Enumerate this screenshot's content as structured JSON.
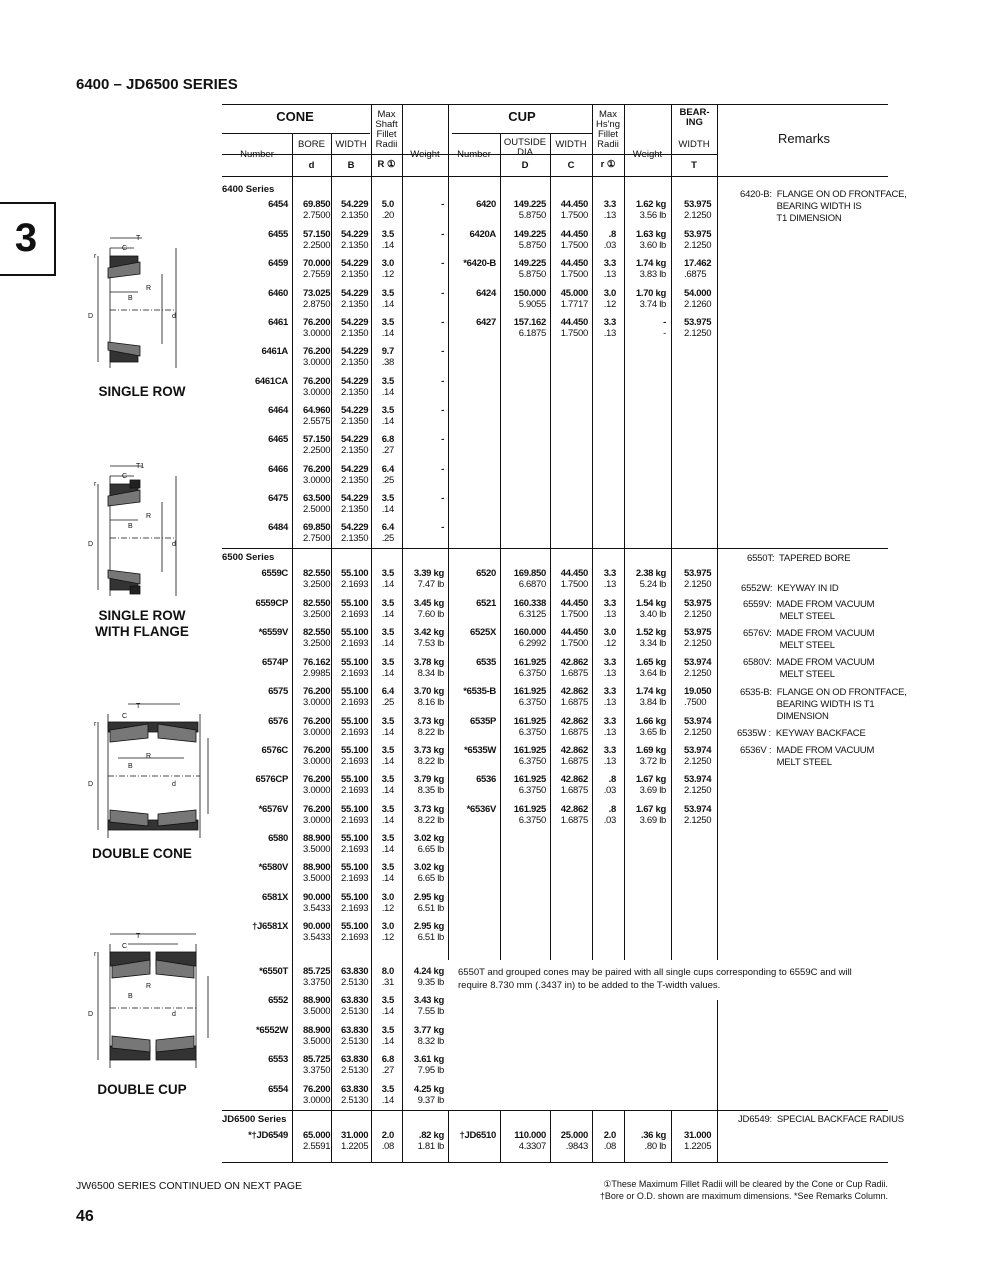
{
  "title": "6400 – JD6500 SERIES",
  "chapter": "3",
  "diagrams": [
    {
      "label": "SINGLE ROW",
      "labels": {
        "T": "T",
        "C": "C",
        "r": "r",
        "R": "R",
        "B": "B",
        "D": "D",
        "d": "d"
      }
    },
    {
      "label": "SINGLE ROW\nWITH FLANGE",
      "labels": {
        "T": "T1",
        "C": "C",
        "r": "r",
        "R": "R",
        "B": "B",
        "D": "D",
        "d": "d"
      }
    },
    {
      "label": "DOUBLE CONE",
      "labels": {
        "T": "T",
        "C": "C",
        "r": "r",
        "R": "R",
        "B": "B",
        "D": "D",
        "d": "d"
      }
    },
    {
      "label": "DOUBLE CUP",
      "labels": {
        "T": "T",
        "C": "C",
        "r": "r",
        "R": "R",
        "B": "B",
        "D": "D",
        "d": "d"
      }
    }
  ],
  "headers": {
    "cone": "CONE",
    "cup": "CUP",
    "bearing": "BEAR-\nING",
    "number": "Number",
    "bore": "BORE",
    "width": "WIDTH",
    "d": "d",
    "B": "B",
    "maxshaft": "Max\nShaft\nFillet\nRadii",
    "R1": "R ①",
    "weight": "Weight",
    "outside": "OUTSIDE\nDIA",
    "D": "D",
    "C": "C",
    "maxhsg": "Max\nHs'ng\nFillet\nRadii",
    "r1": "r ①",
    "bwidth": "WIDTH",
    "T": "T",
    "remarks": "Remarks"
  },
  "sections": {
    "s6400": "6400 Series",
    "s6500": "6500 Series",
    "sjd": "JD6500 Series"
  },
  "rows": [
    {
      "n": "6454",
      "d": [
        "69.850",
        "2.7500"
      ],
      "B": [
        "54.229",
        "2.1350"
      ],
      "R": [
        "5.0",
        ".20"
      ],
      "w": [
        "-",
        ""
      ],
      "cn": "6420",
      "D": [
        "149.225",
        "5.8750"
      ],
      "C": [
        "44.450",
        "1.7500"
      ],
      "r": [
        "3.3",
        ".13"
      ],
      "cw": [
        "1.62 kg",
        "3.56 lb"
      ],
      "T": [
        "53.975",
        "2.1250"
      ]
    },
    {
      "n": "6455",
      "d": [
        "57.150",
        "2.2500"
      ],
      "B": [
        "54.229",
        "2.1350"
      ],
      "R": [
        "3.5",
        ".14"
      ],
      "w": [
        "-",
        ""
      ],
      "cn": "6420A",
      "D": [
        "149.225",
        "5.8750"
      ],
      "C": [
        "44.450",
        "1.7500"
      ],
      "r": [
        ".8",
        ".03"
      ],
      "cw": [
        "1.63 kg",
        "3.60 lb"
      ],
      "T": [
        "53.975",
        "2.1250"
      ]
    },
    {
      "n": "6459",
      "d": [
        "70.000",
        "2.7559"
      ],
      "B": [
        "54.229",
        "2.1350"
      ],
      "R": [
        "3.0",
        ".12"
      ],
      "w": [
        "-",
        ""
      ],
      "cn": "*6420-B",
      "D": [
        "149.225",
        "5.8750"
      ],
      "C": [
        "44.450",
        "1.7500"
      ],
      "r": [
        "3.3",
        ".13"
      ],
      "cw": [
        "1.74 kg",
        "3.83 lb"
      ],
      "T": [
        "17.462",
        ".6875"
      ]
    },
    {
      "n": "6460",
      "d": [
        "73.025",
        "2.8750"
      ],
      "B": [
        "54.229",
        "2.1350"
      ],
      "R": [
        "3.5",
        ".14"
      ],
      "w": [
        "-",
        ""
      ],
      "cn": "6424",
      "D": [
        "150.000",
        "5.9055"
      ],
      "C": [
        "45.000",
        "1.7717"
      ],
      "r": [
        "3.0",
        ".12"
      ],
      "cw": [
        "1.70 kg",
        "3.74 lb"
      ],
      "T": [
        "54.000",
        "2.1260"
      ]
    },
    {
      "n": "6461",
      "d": [
        "76.200",
        "3.0000"
      ],
      "B": [
        "54.229",
        "2.1350"
      ],
      "R": [
        "3.5",
        ".14"
      ],
      "w": [
        "-",
        ""
      ],
      "cn": "6427",
      "D": [
        "157.162",
        "6.1875"
      ],
      "C": [
        "44.450",
        "1.7500"
      ],
      "r": [
        "3.3",
        ".13"
      ],
      "cw": [
        "-",
        "-"
      ],
      "T": [
        "53.975",
        "2.1250"
      ]
    },
    {
      "n": "6461A",
      "d": [
        "76.200",
        "3.0000"
      ],
      "B": [
        "54.229",
        "2.1350"
      ],
      "R": [
        "9.7",
        ".38"
      ],
      "w": [
        "-",
        ""
      ]
    },
    {
      "n": "6461CA",
      "d": [
        "76.200",
        "3.0000"
      ],
      "B": [
        "54.229",
        "2.1350"
      ],
      "R": [
        "3.5",
        ".14"
      ],
      "w": [
        "-",
        ""
      ]
    },
    {
      "n": "6464",
      "d": [
        "64.960",
        "2.5575"
      ],
      "B": [
        "54.229",
        "2.1350"
      ],
      "R": [
        "3.5",
        ".14"
      ],
      "w": [
        "-",
        ""
      ]
    },
    {
      "n": "6465",
      "d": [
        "57.150",
        "2.2500"
      ],
      "B": [
        "54.229",
        "2.1350"
      ],
      "R": [
        "6.8",
        ".27"
      ],
      "w": [
        "-",
        ""
      ]
    },
    {
      "n": "6466",
      "d": [
        "76.200",
        "3.0000"
      ],
      "B": [
        "54.229",
        "2.1350"
      ],
      "R": [
        "6.4",
        ".25"
      ],
      "w": [
        "-",
        ""
      ]
    },
    {
      "n": "6475",
      "d": [
        "63.500",
        "2.5000"
      ],
      "B": [
        "54.229",
        "2.1350"
      ],
      "R": [
        "3.5",
        ".14"
      ],
      "w": [
        "-",
        ""
      ]
    },
    {
      "n": "6484",
      "d": [
        "69.850",
        "2.7500"
      ],
      "B": [
        "54.229",
        "2.1350"
      ],
      "R": [
        "6.4",
        ".25"
      ],
      "w": [
        "-",
        ""
      ]
    },
    {
      "n": "6559C",
      "d": [
        "82.550",
        "3.2500"
      ],
      "B": [
        "55.100",
        "2.1693"
      ],
      "R": [
        "3.5",
        ".14"
      ],
      "w": [
        "3.39 kg",
        "7.47 lb"
      ],
      "cn": "6520",
      "D": [
        "169.850",
        "6.6870"
      ],
      "C": [
        "44.450",
        "1.7500"
      ],
      "r": [
        "3.3",
        ".13"
      ],
      "cw": [
        "2.38 kg",
        "5.24 lb"
      ],
      "T": [
        "53.975",
        "2.1250"
      ]
    },
    {
      "n": "6559CP",
      "d": [
        "82.550",
        "3.2500"
      ],
      "B": [
        "55.100",
        "2.1693"
      ],
      "R": [
        "3.5",
        ".14"
      ],
      "w": [
        "3.45 kg",
        "7.60 lb"
      ],
      "cn": "6521",
      "D": [
        "160.338",
        "6.3125"
      ],
      "C": [
        "44.450",
        "1.7500"
      ],
      "r": [
        "3.3",
        ".13"
      ],
      "cw": [
        "1.54 kg",
        "3.40 lb"
      ],
      "T": [
        "53.975",
        "2.1250"
      ]
    },
    {
      "n": "*6559V",
      "d": [
        "82.550",
        "3.2500"
      ],
      "B": [
        "55.100",
        "2.1693"
      ],
      "R": [
        "3.5",
        ".14"
      ],
      "w": [
        "3.42 kg",
        "7.53 lb"
      ],
      "cn": "6525X",
      "D": [
        "160.000",
        "6.2992"
      ],
      "C": [
        "44.450",
        "1.7500"
      ],
      "r": [
        "3.0",
        ".12"
      ],
      "cw": [
        "1.52 kg",
        "3.34 lb"
      ],
      "T": [
        "53.975",
        "2.1250"
      ]
    },
    {
      "n": "6574P",
      "d": [
        "76.162",
        "2.9985"
      ],
      "B": [
        "55.100",
        "2.1693"
      ],
      "R": [
        "3.5",
        ".14"
      ],
      "w": [
        "3.78 kg",
        "8.34 lb"
      ],
      "cn": "6535",
      "D": [
        "161.925",
        "6.3750"
      ],
      "C": [
        "42.862",
        "1.6875"
      ],
      "r": [
        "3.3",
        ".13"
      ],
      "cw": [
        "1.65 kg",
        "3.64 lb"
      ],
      "T": [
        "53.974",
        "2.1250"
      ]
    },
    {
      "n": "6575",
      "d": [
        "76.200",
        "3.0000"
      ],
      "B": [
        "55.100",
        "2.1693"
      ],
      "R": [
        "6.4",
        ".25"
      ],
      "w": [
        "3.70 kg",
        "8.16 lb"
      ],
      "cn": "*6535-B",
      "D": [
        "161.925",
        "6.3750"
      ],
      "C": [
        "42.862",
        "1.6875"
      ],
      "r": [
        "3.3",
        ".13"
      ],
      "cw": [
        "1.74 kg",
        "3.84 lb"
      ],
      "T": [
        "19.050",
        ".7500"
      ]
    },
    {
      "n": "6576",
      "d": [
        "76.200",
        "3.0000"
      ],
      "B": [
        "55.100",
        "2.1693"
      ],
      "R": [
        "3.5",
        ".14"
      ],
      "w": [
        "3.73 kg",
        "8.22 lb"
      ],
      "cn": "6535P",
      "D": [
        "161.925",
        "6.3750"
      ],
      "C": [
        "42.862",
        "1.6875"
      ],
      "r": [
        "3.3",
        ".13"
      ],
      "cw": [
        "1.66 kg",
        "3.65 lb"
      ],
      "T": [
        "53.974",
        "2.1250"
      ]
    },
    {
      "n": "6576C",
      "d": [
        "76.200",
        "3.0000"
      ],
      "B": [
        "55.100",
        "2.1693"
      ],
      "R": [
        "3.5",
        ".14"
      ],
      "w": [
        "3.73 kg",
        "8.22 lb"
      ],
      "cn": "*6535W",
      "D": [
        "161.925",
        "6.3750"
      ],
      "C": [
        "42.862",
        "1.6875"
      ],
      "r": [
        "3.3",
        ".13"
      ],
      "cw": [
        "1.69 kg",
        "3.72 lb"
      ],
      "T": [
        "53.974",
        "2.1250"
      ]
    },
    {
      "n": "6576CP",
      "d": [
        "76.200",
        "3.0000"
      ],
      "B": [
        "55.100",
        "2.1693"
      ],
      "R": [
        "3.5",
        ".14"
      ],
      "w": [
        "3.79 kg",
        "8.35 lb"
      ],
      "cn": "6536",
      "D": [
        "161.925",
        "6.3750"
      ],
      "C": [
        "42.862",
        "1.6875"
      ],
      "r": [
        ".8",
        ".03"
      ],
      "cw": [
        "1.67 kg",
        "3.69 lb"
      ],
      "T": [
        "53.974",
        "2.1250"
      ]
    },
    {
      "n": "*6576V",
      "d": [
        "76.200",
        "3.0000"
      ],
      "B": [
        "55.100",
        "2.1693"
      ],
      "R": [
        "3.5",
        ".14"
      ],
      "w": [
        "3.73 kg",
        "8.22 lb"
      ],
      "cn": "*6536V",
      "D": [
        "161.925",
        "6.3750"
      ],
      "C": [
        "42.862",
        "1.6875"
      ],
      "r": [
        ".8",
        ".03"
      ],
      "cw": [
        "1.67 kg",
        "3.69 lb"
      ],
      "T": [
        "53.974",
        "2.1250"
      ]
    },
    {
      "n": "6580",
      "d": [
        "88.900",
        "3.5000"
      ],
      "B": [
        "55.100",
        "2.1693"
      ],
      "R": [
        "3.5",
        ".14"
      ],
      "w": [
        "3.02 kg",
        "6.65 lb"
      ]
    },
    {
      "n": "*6580V",
      "d": [
        "88.900",
        "3.5000"
      ],
      "B": [
        "55.100",
        "2.1693"
      ],
      "R": [
        "3.5",
        ".14"
      ],
      "w": [
        "3.02 kg",
        "6.65 lb"
      ]
    },
    {
      "n": "6581X",
      "d": [
        "90.000",
        "3.5433"
      ],
      "B": [
        "55.100",
        "2.1693"
      ],
      "R": [
        "3.0",
        ".12"
      ],
      "w": [
        "2.95 kg",
        "6.51 lb"
      ]
    },
    {
      "n": "†J6581X",
      "d": [
        "90.000",
        "3.5433"
      ],
      "B": [
        "55.100",
        "2.1693"
      ],
      "R": [
        "3.0",
        ".12"
      ],
      "w": [
        "2.95 kg",
        "6.51 lb"
      ]
    },
    {
      "n": "*6550T",
      "d": [
        "85.725",
        "3.3750"
      ],
      "B": [
        "63.830",
        "2.5130"
      ],
      "R": [
        "8.0",
        ".31"
      ],
      "w": [
        "4.24 kg",
        "9.35 lb"
      ]
    },
    {
      "n": "6552",
      "d": [
        "88.900",
        "3.5000"
      ],
      "B": [
        "63.830",
        "2.5130"
      ],
      "R": [
        "3.5",
        ".14"
      ],
      "w": [
        "3.43 kg",
        "7.55 lb"
      ]
    },
    {
      "n": "*6552W",
      "d": [
        "88.900",
        "3.5000"
      ],
      "B": [
        "63.830",
        "2.5130"
      ],
      "R": [
        "3.5",
        ".14"
      ],
      "w": [
        "3.77 kg",
        "8.32 lb"
      ]
    },
    {
      "n": "6553",
      "d": [
        "85.725",
        "3.3750"
      ],
      "B": [
        "63.830",
        "2.5130"
      ],
      "R": [
        "6.8",
        ".27"
      ],
      "w": [
        "3.61 kg",
        "7.95 lb"
      ]
    },
    {
      "n": "6554",
      "d": [
        "76.200",
        "3.0000"
      ],
      "B": [
        "63.830",
        "2.5130"
      ],
      "R": [
        "3.5",
        ".14"
      ],
      "w": [
        "4.25 kg",
        "9.37 lb"
      ]
    },
    {
      "n": "*†JD6549",
      "d": [
        "65.000",
        "2.5591"
      ],
      "B": [
        "31.000",
        "1.2205"
      ],
      "R": [
        "2.0",
        ".08"
      ],
      "w": [
        ".82 kg",
        "1.81 lb"
      ],
      "cn": "†JD6510",
      "D": [
        "110.000",
        "4.3307"
      ],
      "C": [
        "25.000",
        ".9843"
      ],
      "r": [
        "2.0",
        ".08"
      ],
      "cw": [
        ".36 kg",
        ".80 lb"
      ],
      "T": [
        "31.000",
        "1.2205"
      ]
    }
  ],
  "remarks": [
    "6420-B:  FLANGE ON OD FRONTFACE,\n               BEARING WIDTH IS\n               T1 DIMENSION",
    "6550T:  TAPERED BORE",
    "6552W:  KEYWAY IN ID",
    "6559V:  MADE FROM VACUUM\n               MELT STEEL",
    "6576V:  MADE FROM VACUUM\n               MELT STEEL",
    "6580V:  MADE FROM VACUUM\n               MELT STEEL",
    "6535-B:  FLANGE ON OD FRONTFACE,\n               BEARING WIDTH IS T1\n               DIMENSION",
    "6535W :  KEYWAY BACKFACE",
    "6536V :  MADE FROM VACUUM\n               MELT STEEL",
    "JD6549:  SPECIAL BACKFACE RADIUS"
  ],
  "note6550": "6550T and grouped cones may be paired with all single cups corresponding to 6559C and will require 8.730 mm (.3437 in) to be added to the T-width values.",
  "footer_left": "JW6500 SERIES CONTINUED ON NEXT PAGE",
  "footer_right1": "①These Maximum Fillet Radii will be cleared by the Cone or Cup Radii.",
  "footer_right2": "†Bore or O.D. shown are maximum dimensions.   *See Remarks Column.",
  "page_number": "46"
}
